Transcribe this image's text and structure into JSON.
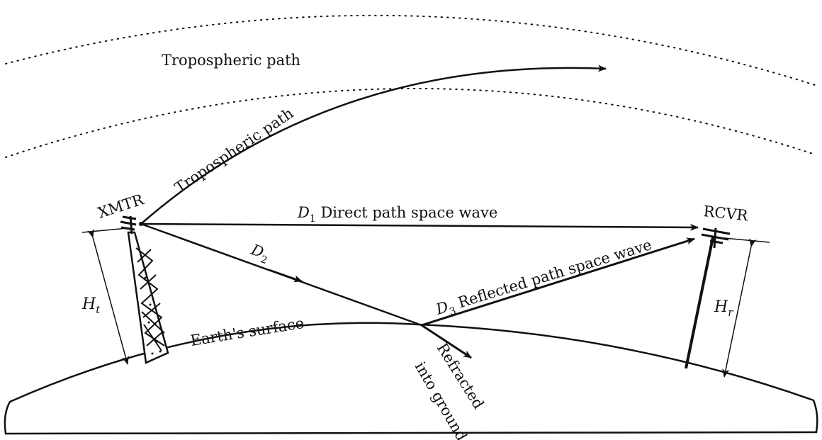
{
  "labels": {
    "tropo_upper": "Tropospheric path",
    "tropo_ray": "Tropospheric path",
    "xmtr": "XMTR",
    "rcvr": "RCVR",
    "earth_surface": "Earth's surface",
    "refracted_line1": "Refracted",
    "refracted_line2": "into ground"
  },
  "paths": {
    "direct": {
      "symbol": "D",
      "subscript": "1",
      "text": " Direct path space wave"
    },
    "d2": {
      "symbol": "D",
      "subscript": "2"
    },
    "reflected": {
      "symbol": "D",
      "subscript": "3",
      "text": " Reflected path space wave"
    }
  },
  "heights": {
    "transmitter": {
      "symbol": "H",
      "subscript": "t"
    },
    "receiver": {
      "symbol": "H",
      "subscript": "r"
    }
  },
  "colors": {
    "ink": "#111111",
    "background": "#ffffff"
  }
}
